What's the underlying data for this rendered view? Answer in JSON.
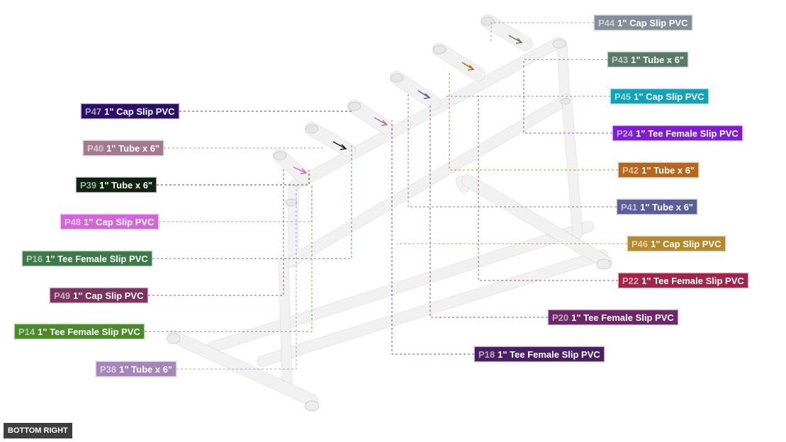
{
  "view_label": "BOTTOM RIGHT",
  "parts": [
    {
      "id": "P44",
      "label": "1\" Cap Slip PVC",
      "color": "#878e9b"
    },
    {
      "id": "P43",
      "label": "1\" Tube x 6\"",
      "color": "#5b7a68"
    },
    {
      "id": "P45",
      "label": "1\" Cap Slip PVC",
      "color": "#12a3b8"
    },
    {
      "id": "P24",
      "label": "1\" Tee Female Slip PVC",
      "color": "#7e1ed1"
    },
    {
      "id": "P42",
      "label": "1\" Tube x 6\"",
      "color": "#b7661d"
    },
    {
      "id": "P41",
      "label": "1\" Tube x 6\"",
      "color": "#5c5f97"
    },
    {
      "id": "P46",
      "label": "1\" Cap Slip PVC",
      "color": "#b48a2e"
    },
    {
      "id": "P22",
      "label": "1\" Tee Female Slip PVC",
      "color": "#a3244a"
    },
    {
      "id": "P20",
      "label": "1\" Tee Female Slip PVC",
      "color": "#6c2768"
    },
    {
      "id": "P18",
      "label": "1\" Tee Female Slip PVC",
      "color": "#4a1f63"
    },
    {
      "id": "P47",
      "label": "1\" Cap Slip PVC",
      "color": "#2b0f68"
    },
    {
      "id": "P40",
      "label": "1\" Tube x 6\"",
      "color": "#a37a8f"
    },
    {
      "id": "P39",
      "label": "1\" Tube x 6\"",
      "color": "#112112"
    },
    {
      "id": "P48",
      "label": "1\" Cap Slip PVC",
      "color": "#d566d9"
    },
    {
      "id": "P16",
      "label": "1\" Tee Female Slip PVC",
      "color": "#3c7a48"
    },
    {
      "id": "P49",
      "label": "1\" Cap Slip PVC",
      "color": "#7a345f"
    },
    {
      "id": "P14",
      "label": "1\" Tee Female Slip PVC",
      "color": "#4c8a2a"
    },
    {
      "id": "P38",
      "label": "1\" Tube x 6\"",
      "color": "#a585ba"
    }
  ]
}
